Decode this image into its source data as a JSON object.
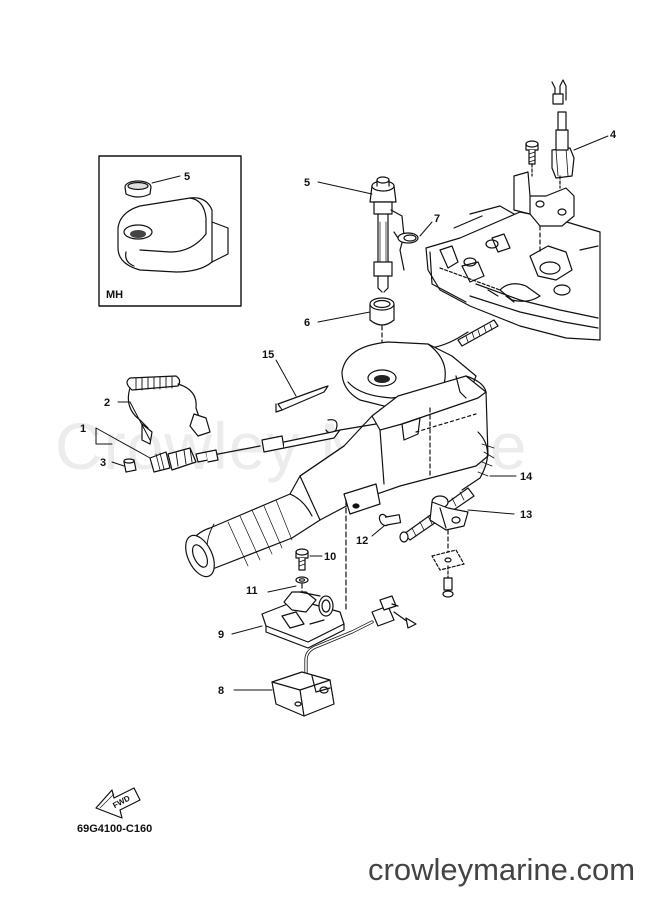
{
  "watermark": "Crowley Marine",
  "footer": "crowleymarine.com",
  "diagram_code": "69G4100-C160",
  "inset_label": "MH",
  "fwd_label": "FWD",
  "callouts": {
    "c1": "1",
    "c2": "2",
    "c3": "3",
    "c4": "4",
    "c5_inset": "5",
    "c5": "5",
    "c6": "6",
    "c7": "7",
    "c8": "8",
    "c9": "9",
    "c10": "10",
    "c11": "11",
    "c12": "12",
    "c13": "13",
    "c14": "14",
    "c15": "15"
  }
}
